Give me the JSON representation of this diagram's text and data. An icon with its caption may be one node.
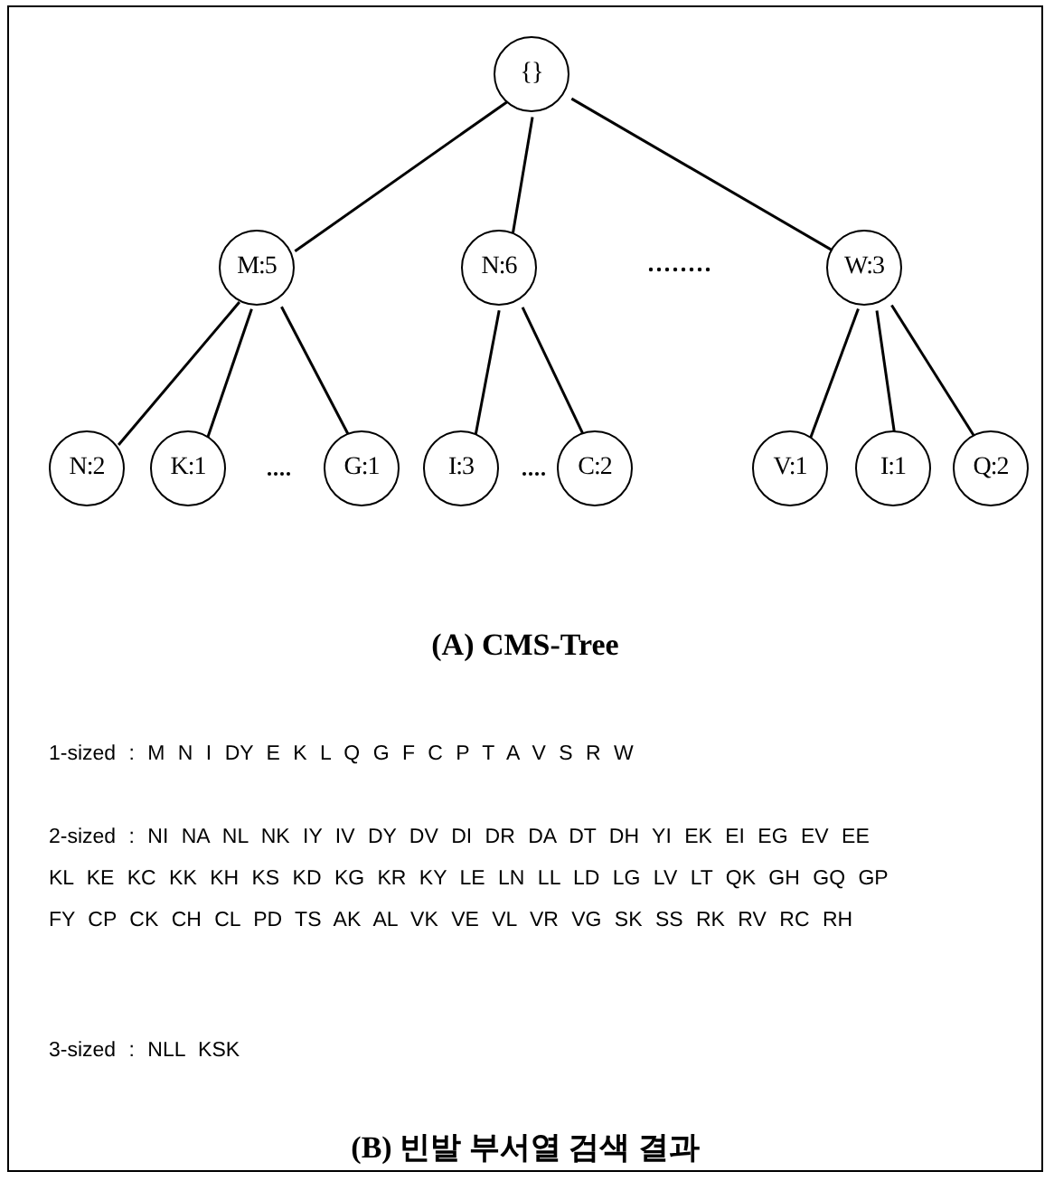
{
  "diagram": {
    "nodes": [
      {
        "text": [
          "{}"
        ]
      },
      {
        "text": [
          "M:5"
        ]
      },
      {
        "text": [
          "N:6"
        ]
      },
      {
        "text": [
          "W:3"
        ]
      },
      {
        "text": [
          "N:2"
        ]
      },
      {
        "text": [
          "K:1"
        ]
      },
      {
        "text": [
          "G:1"
        ]
      },
      {
        "text": [
          "I:3"
        ]
      },
      {
        "text": [
          "C:2"
        ]
      },
      {
        "text": [
          "V:1"
        ]
      },
      {
        "text": [
          "I:1"
        ]
      },
      {
        "text": [
          "Q:2"
        ]
      }
    ],
    "edges": [
      {
        "from": 0,
        "to": 1,
        "arrow": "none"
      },
      {
        "from": 0,
        "to": 2,
        "arrow": "none"
      },
      {
        "from": 0,
        "to": 3,
        "arrow": "none"
      },
      {
        "from": 1,
        "to": 4,
        "arrow": "none"
      },
      {
        "from": 1,
        "to": 5,
        "arrow": "none"
      },
      {
        "from": 1,
        "to": 6,
        "arrow": "none"
      },
      {
        "from": 2,
        "to": 7,
        "arrow": "none"
      },
      {
        "from": 2,
        "to": 8,
        "arrow": "none"
      },
      {
        "from": 3,
        "to": 9,
        "arrow": "none"
      },
      {
        "from": 3,
        "to": 10,
        "arrow": "none"
      },
      {
        "from": 3,
        "to": 11,
        "arrow": "none"
      }
    ],
    "labels": [
      "(A) CMS-Tree",
      "1-sized : M N I DY E K L Q G F C P T A V S R W",
      "2-sized : NI NA NL NK IY IV DY DV DI DR DA DT DH YI EK EI EG EV EE KL KE KC KK KH KS KD KG KR KY LE LN LL LD LG LV LT QK GH GQ GP FY CP CK CH CL PD TS AK AL VK VE VL VR VG SK SS RK RV RC RH",
      "3-sized : NLL KSK",
      "(B) 빈발 부서열 검색 결과"
    ]
  }
}
